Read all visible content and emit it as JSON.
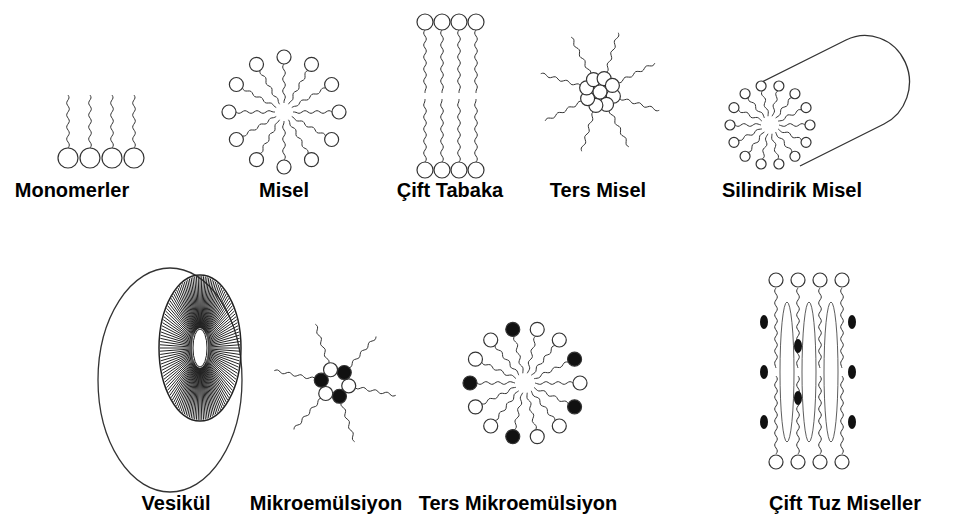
{
  "diagram": {
    "labels": [
      "Monomerler",
      "Misel",
      "Çift Tabaka",
      "Ters Misel",
      "Silindirik Misel",
      "Vesikül",
      "Mikroemülsiyon",
      "Ters Mikroemülsiyon",
      "Çift Tuz Miseller"
    ]
  }
}
